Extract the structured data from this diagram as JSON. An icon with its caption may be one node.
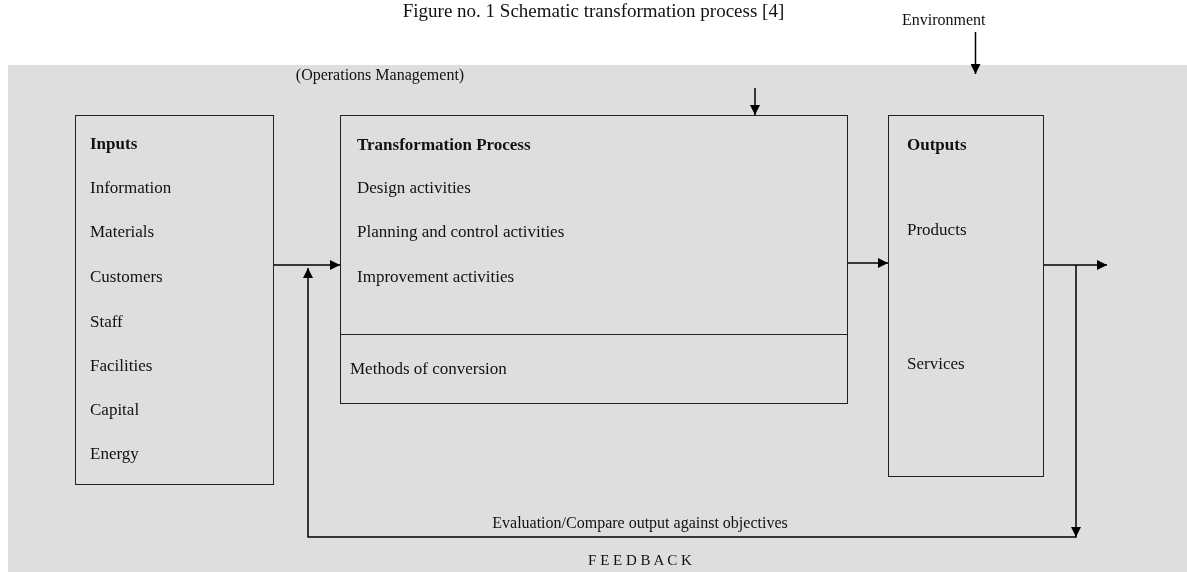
{
  "diagram": {
    "title": "Figure no. 1 Schematic transformation process [4]",
    "nodes": [
      {
        "text": [
          "Inputs",
          "Information",
          "Materials",
          "Customers",
          "Staff",
          "Facilities",
          "Capital",
          "Energy"
        ]
      },
      {
        "text": [
          "Transformation Process",
          "Design activities",
          "Planning and control activities",
          "Improvement activities"
        ]
      },
      {
        "text": [
          "Methods of conversion"
        ],
        "in": 1
      },
      {
        "text": [
          "Outputs",
          "Products",
          "Services"
        ]
      },
      {
        "text": [
          "Environment"
        ]
      }
    ],
    "edges": [
      {
        "from": 0,
        "to": 1,
        "arrow": "to"
      },
      {
        "from": 1,
        "to": 3,
        "arrow": "to"
      },
      {
        "from": 3,
        "to": null,
        "arrow": "to"
      },
      {
        "from": null,
        "to": 1,
        "arrow": "to"
      },
      {
        "from": 4,
        "to": null,
        "arrow": "to"
      },
      {
        "from": 3,
        "to": 1,
        "arrow": "to",
        "label": "Evaluation/Compare output against objectives"
      }
    ],
    "labels": [
      "(Operations Management)",
      "F E E D B A C K"
    ]
  }
}
